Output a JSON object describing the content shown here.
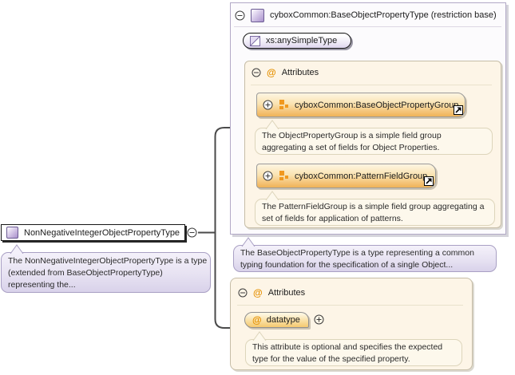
{
  "colors": {
    "accent_orange": "#f0981e",
    "at_symbol_orange": "#e59000",
    "panel_border_purple": "#b2a9c6",
    "section_bg_cream": "#fdf5e7",
    "group_gradient_bottom": "#efb257",
    "connector_gray": "#4a4a4a"
  },
  "icons": {
    "at_symbol": "@"
  },
  "diagram": {
    "element": {
      "name": "NonNegativeIntegerObjectPropertyType",
      "annotation_lines": [
        "The NonNegativeIntegerObjectPropertyType is a type",
        "(extended from BaseObjectPropertyType)",
        "representing the..."
      ]
    },
    "base_panel": {
      "title": "cyboxCommon:BaseObjectPropertyType (restriction base)",
      "simple_type_label": "xs:anySimpleType",
      "attributes_section_title": "Attributes",
      "groups": [
        {
          "label": "cyboxCommon:BaseObjectPropertyGroup",
          "annotation_lines": [
            "The ObjectPropertyGroup is a simple field group",
            "aggregating a set of fields for Object Properties."
          ]
        },
        {
          "label": "cyboxCommon:PatternFieldGroup",
          "annotation_lines": [
            "The PatternFieldGroup is a simple field group aggregating a",
            "set of fields for application of patterns."
          ]
        }
      ],
      "annotation_lines": [
        "The BaseObjectPropertyType is a type representing a common",
        "typing foundation for the specification of a single Object..."
      ]
    },
    "attributes_panel": {
      "title": "Attributes",
      "attribute": {
        "name": "datatype",
        "annotation_lines": [
          "This attribute is optional and specifies the expected",
          "type for the value of the specified property."
        ]
      }
    }
  }
}
